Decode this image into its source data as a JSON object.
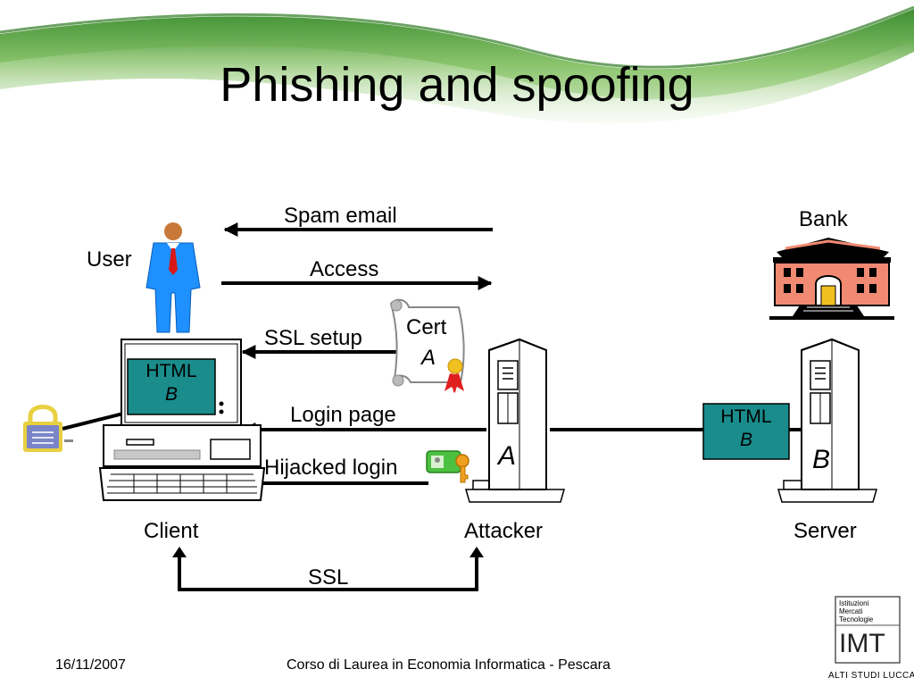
{
  "title": "Phishing and spoofing",
  "actors": {
    "user": "User",
    "bank": "Bank",
    "client": "Client",
    "attacker": "Attacker",
    "server": "Server"
  },
  "messages": {
    "spam_email": "Spam email",
    "access": "Access",
    "ssl_setup": "SSL setup",
    "login_page": "Login page",
    "hijacked_login": "Hijacked login",
    "ssl": "SSL"
  },
  "cert": {
    "label": "Cert",
    "owner": "A"
  },
  "client_screen": {
    "line1": "HTML",
    "line2": "B"
  },
  "attacker_box": {
    "letter": "A"
  },
  "server_box": {
    "letter": "B"
  },
  "html_box": {
    "line1": "HTML",
    "line2": "B"
  },
  "logo": {
    "line1": "Istituzioni",
    "line2": "Mercati",
    "line3": "Tecnologie",
    "mark": "IMT",
    "tagline": "ALTI STUDI LUCCA"
  },
  "footer": {
    "date": "16/11/2007",
    "course": "Corso di Laurea in Economia Informatica - Pescara"
  },
  "colors": {
    "teal": "#1a8c8c",
    "banner_green": "#5fa84a",
    "suit_blue": "#1e90ff",
    "bank_brick": "#f08a72",
    "lock_blue": "#7a85c8",
    "key_gold": "#f0a020",
    "seal_red": "#e02020"
  }
}
